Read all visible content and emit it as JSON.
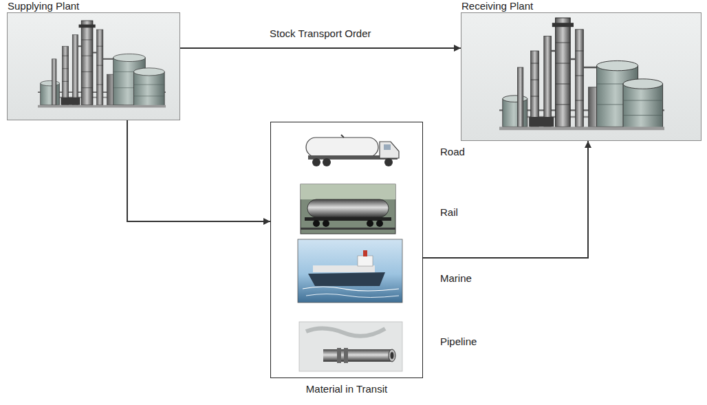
{
  "diagram": {
    "nodes": [
      {
        "text": [
          "Supplying Plant"
        ]
      },
      {
        "text": [
          "Receiving Plant"
        ]
      },
      {
        "text": [
          "Material in Transit"
        ]
      }
    ],
    "edges": [
      {
        "from": 0,
        "to": 1,
        "arrow": "to",
        "label": "Stock Transport Order"
      },
      {
        "from": 0,
        "to": 2,
        "arrow": "to"
      },
      {
        "from": 2,
        "to": 1,
        "arrow": "to"
      }
    ],
    "labels": [
      "Road",
      "Rail",
      "Marine",
      "Pipeline"
    ]
  }
}
